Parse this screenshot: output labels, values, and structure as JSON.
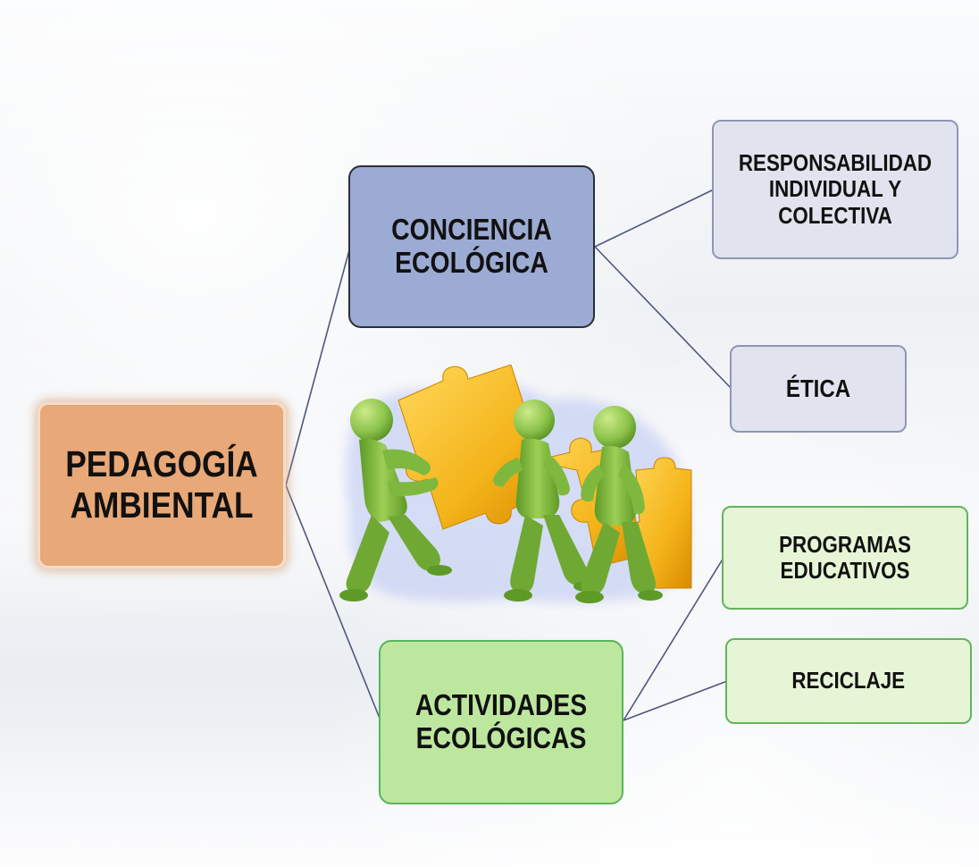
{
  "diagram": {
    "root": {
      "label": "PEDAGOGÍA AMBIENTAL"
    },
    "branches": [
      {
        "label": "CONCIENCIA ECOLÓGICA",
        "color": "#9babd3",
        "children": [
          {
            "label": "RESPONSABILIDAD INDIVIDUAL Y COLECTIVA"
          },
          {
            "label": "ÉTICA"
          }
        ]
      },
      {
        "label": "ACTIVIDADES ECOLÓGICAS",
        "color": "#bde79f",
        "children": [
          {
            "label": "PROGRAMAS EDUCATIVOS"
          },
          {
            "label": "RECICLAJE"
          }
        ]
      }
    ],
    "root_color": "#e8a877",
    "edge_color": "#4e5680"
  },
  "illustration": {
    "icon": "people-carrying-puzzle-pieces-icon",
    "figure_color": "#8bc34a",
    "puzzle_color": "#f4b41a"
  }
}
